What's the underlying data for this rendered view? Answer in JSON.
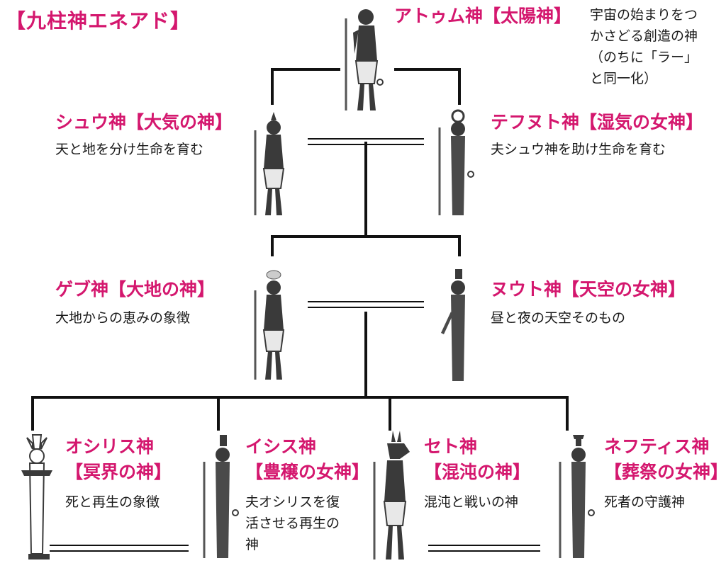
{
  "title": "【九柱神エネアド】",
  "gods": {
    "atum": {
      "name": "アトゥム神【太陽神】",
      "desc": [
        "宇宙の始まりをつ",
        "かさどる創造の神",
        "（のちに「ラー」",
        "と同一化）"
      ]
    },
    "shu": {
      "name": "シュウ神【大気の神】",
      "desc": [
        "天と地を分け生命を育む"
      ]
    },
    "tefnut": {
      "name": "テフヌト神【湿気の女神】",
      "desc": [
        "夫シュウ神を助け生命を育む"
      ]
    },
    "geb": {
      "name": "ゲブ神【大地の神】",
      "desc": [
        "大地からの恵みの象徴"
      ]
    },
    "nut": {
      "name": "ヌウト神【天空の女神】",
      "desc": [
        "昼と夜の天空そのもの"
      ]
    },
    "osiris": {
      "name1": "オシリス神",
      "name2": "【冥界の神】",
      "desc": [
        "死と再生の象徴"
      ]
    },
    "isis": {
      "name1": "イシス神",
      "name2": "【豊穣の女神】",
      "desc": [
        "夫オシリスを復",
        "活させる再生の",
        "神"
      ]
    },
    "set": {
      "name1": "セト神",
      "name2": "【混沌の神】",
      "desc": [
        "混沌と戦いの神"
      ]
    },
    "nephthys": {
      "name1": "ネフティス神",
      "name2": "【葬祭の女神】",
      "desc": [
        "死者の守護神"
      ]
    }
  },
  "colors": {
    "accent": "#d4176e",
    "line": "#111111",
    "figure": "#3a3a3a"
  }
}
